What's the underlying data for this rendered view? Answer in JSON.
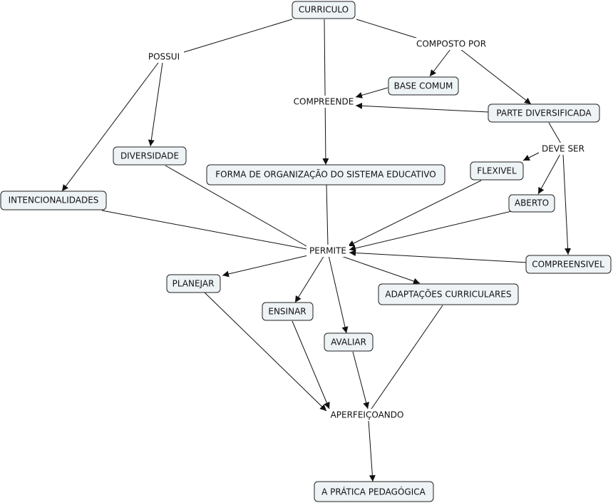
{
  "concepts": {
    "curriculo": "CURRICULO",
    "base_comum": "BASE COMUM",
    "parte_diversificada": "PARTE DIVERSIFICADA",
    "diversidade": "DIVERSIDADE",
    "forma_organizacao": "FORMA DE ORGANIZAÇÃO DO SISTEMA EDUCATIVO",
    "flexivel": "FLEXIVEL",
    "intencionalidades": "INTENCIONALIDADES",
    "aberto": "ABERTO",
    "compreensivel": "COMPREENSIVEL",
    "planejar": "PLANEJAR",
    "adaptacoes": "ADAPTAÇÕES CURRICULARES",
    "ensinar": "ENSINAR",
    "avaliar": "AVALIAR",
    "pratica": "A PRÁTICA PEDAGÓGICA"
  },
  "linking_phrases": {
    "possui": "POSSUI",
    "composto_por": "COMPOSTO POR",
    "compreende": "COMPREENDE",
    "deve_ser": "DEVE SER",
    "permite": "PERMITE",
    "aperfeicoando": "APERFEIÇOANDO"
  }
}
